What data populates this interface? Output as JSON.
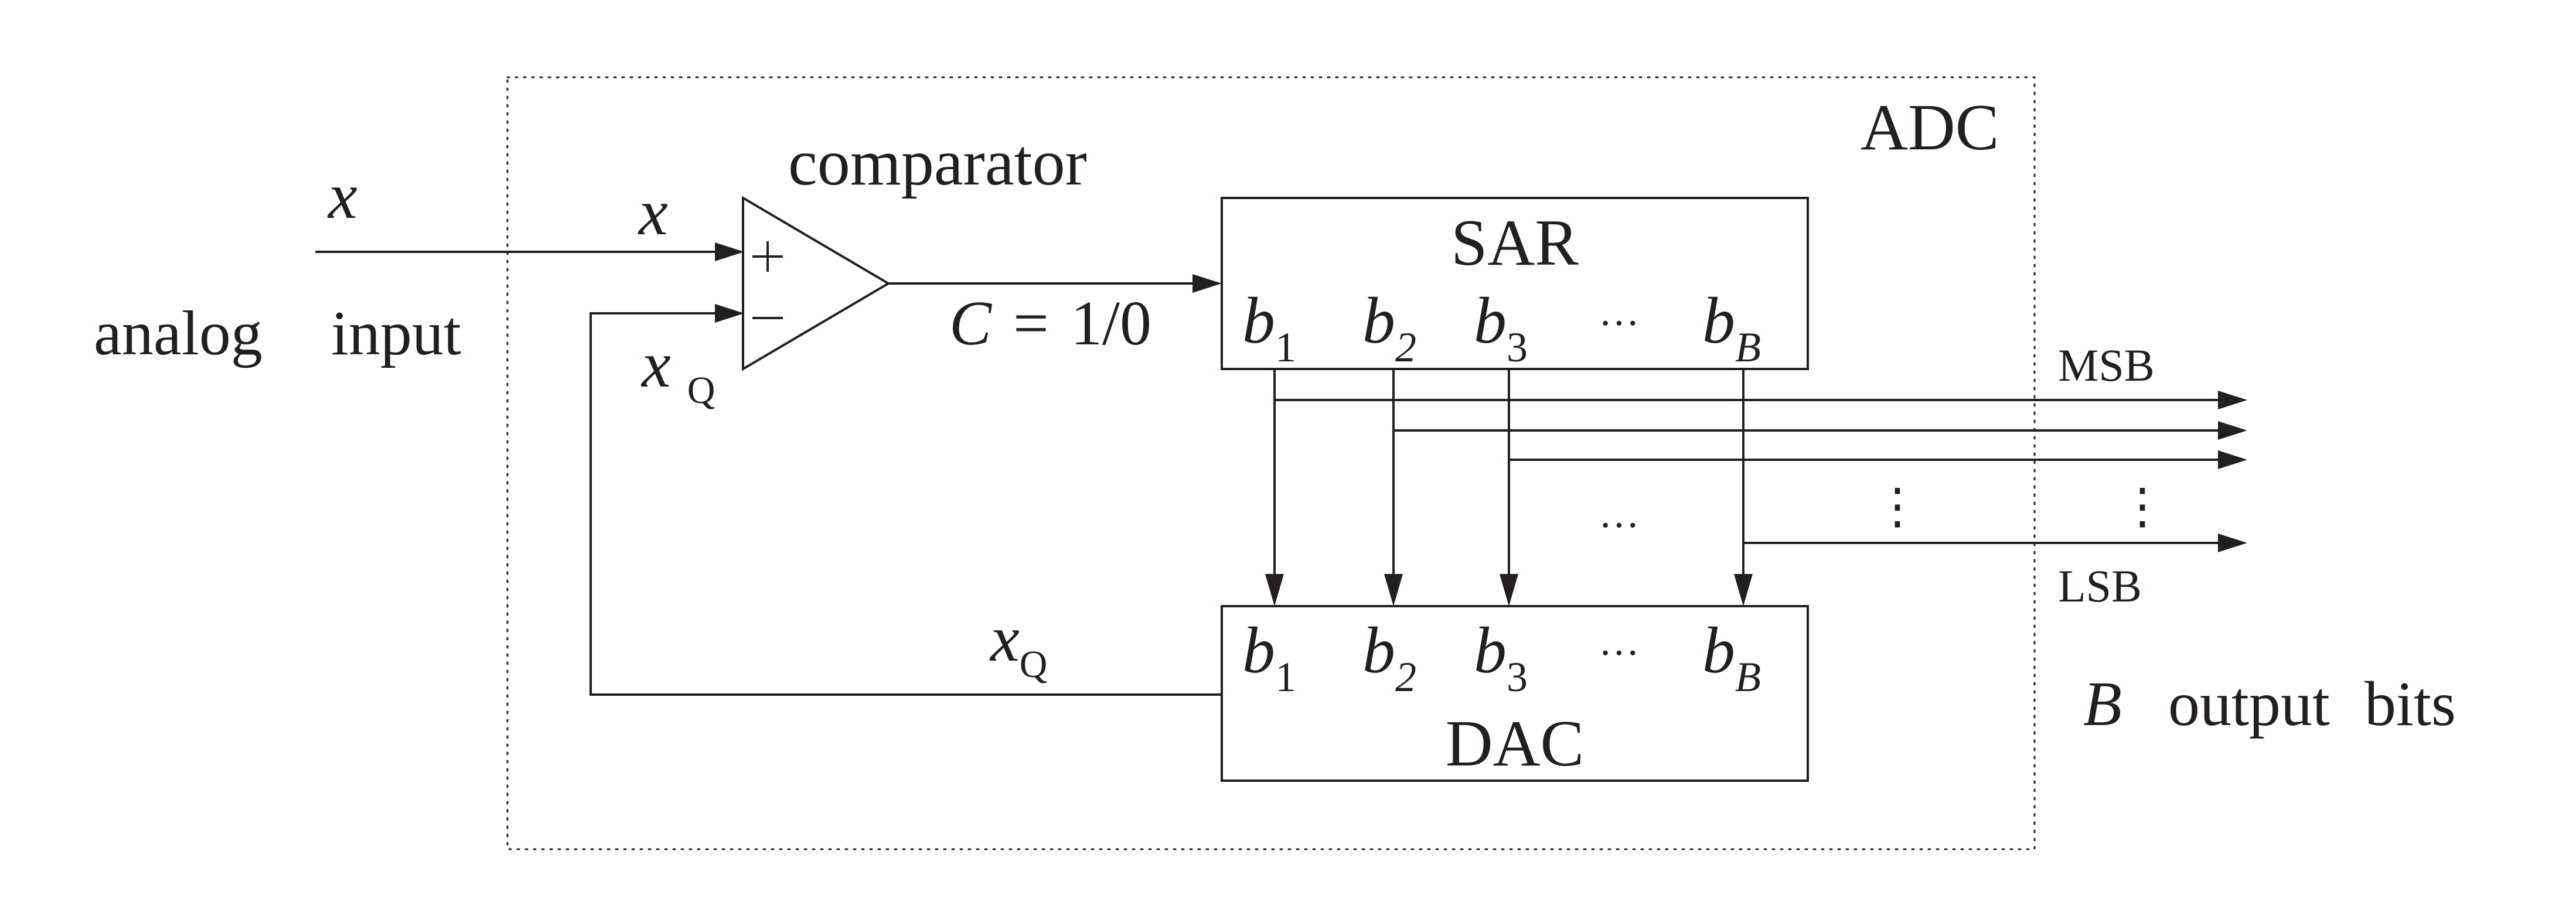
{
  "adc_label": "ADC",
  "comparator_label": "comparator",
  "input": {
    "signal": "x",
    "caption_word1": "analog",
    "caption_word2": "input"
  },
  "comparator": {
    "plus_input": "x",
    "minus_input_main": "x",
    "minus_input_sub": "Q",
    "output_lhs": "C",
    "output_eq": "=",
    "output_rhs": "1/0"
  },
  "sar": {
    "title": "SAR",
    "bits": [
      {
        "main": "b",
        "sub": "1"
      },
      {
        "main": "b",
        "sub": "2"
      },
      {
        "main": "b",
        "sub": "3"
      },
      {
        "main": "b",
        "sub": "B"
      }
    ],
    "ellipsis": "···"
  },
  "dac": {
    "title": "DAC",
    "bits": [
      {
        "main": "b",
        "sub": "1"
      },
      {
        "main": "b",
        "sub": "2"
      },
      {
        "main": "b",
        "sub": "3"
      },
      {
        "main": "b",
        "sub": "B"
      }
    ],
    "ellipsis": "···"
  },
  "feedback": {
    "main": "x",
    "sub": "Q"
  },
  "outputs": {
    "msb": "MSB",
    "lsb": "LSB",
    "middle_ellipsis": "···",
    "vdots": "⋮",
    "caption_var": "B",
    "caption_word1": "output",
    "caption_word2": "bits"
  },
  "colors": {
    "ink": "#231f20",
    "background": "#ffffff"
  }
}
